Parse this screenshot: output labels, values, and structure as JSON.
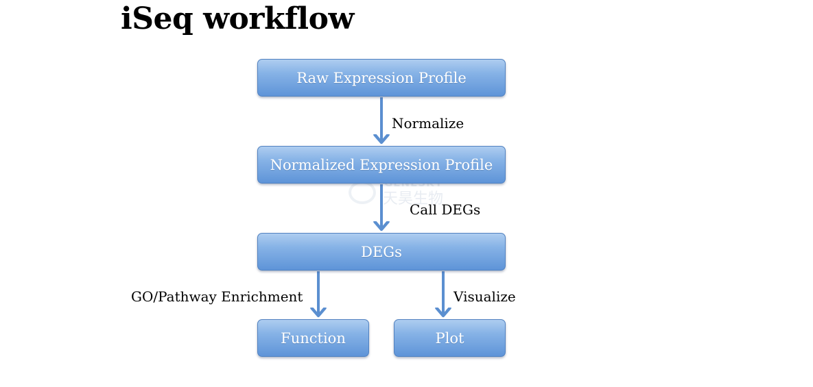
{
  "title": "iSeq workflow",
  "watermark": {
    "line1": "GENESKY",
    "line2": "天昊生物"
  },
  "nodes": {
    "raw": "Raw Expression Profile",
    "normalized": "Normalized Expression Profile",
    "degs": "DEGs",
    "function": "Function",
    "plot": "Plot"
  },
  "edges": {
    "normalize": "Normalize",
    "call_degs": "Call DEGs",
    "enrichment": "GO/Pathway Enrichment",
    "visualize": "Visualize"
  },
  "colors": {
    "box_top": "#aecdf0",
    "box_bottom": "#5e94d8",
    "arrow": "#5b8fd0"
  }
}
